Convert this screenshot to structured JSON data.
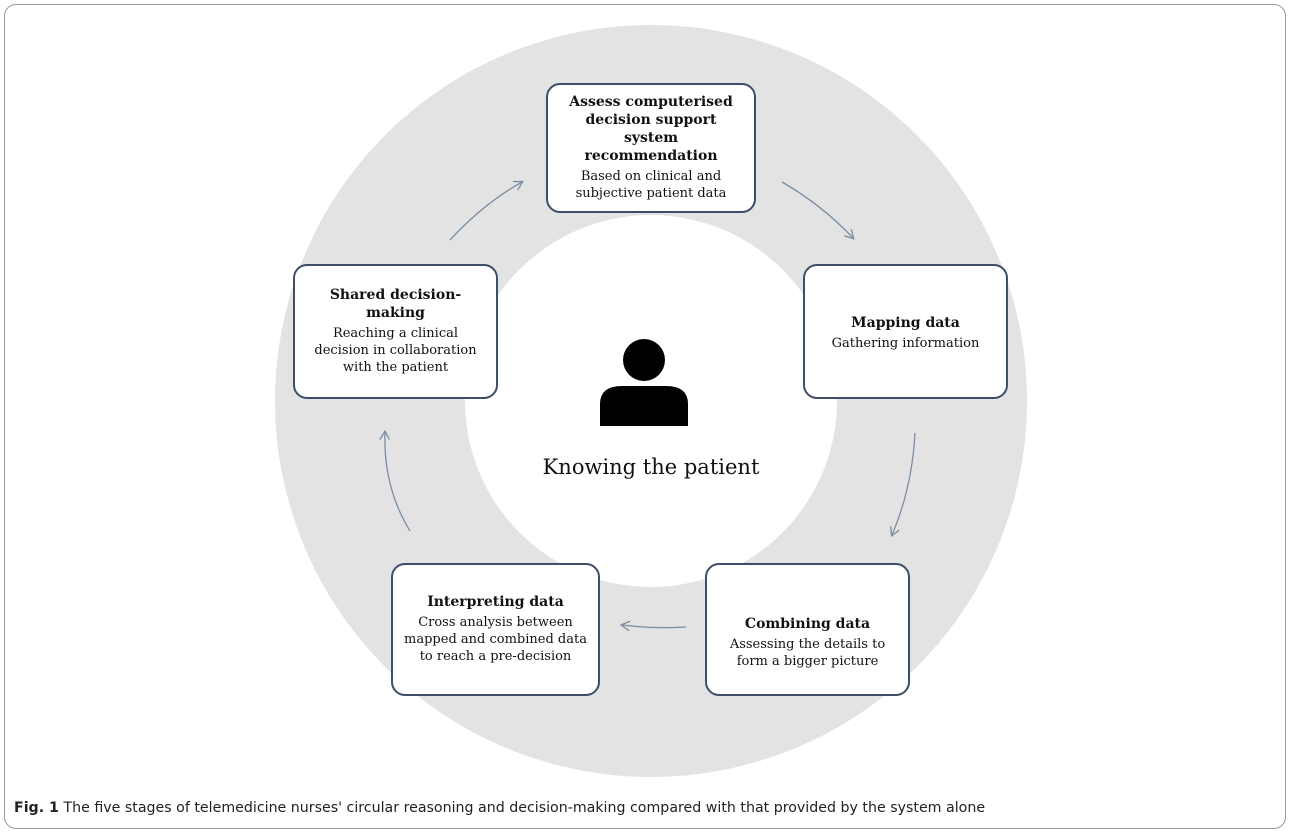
{
  "stages": [
    {
      "id": "assess",
      "title": "Assess computerised decision support system recommendation",
      "description": "Based on clinical and subjective patient data"
    },
    {
      "id": "mapping",
      "title": "Mapping data",
      "description": "Gathering information"
    },
    {
      "id": "combining",
      "title": "Combining data",
      "description": "Assessing the details to form a bigger picture"
    },
    {
      "id": "interpreting",
      "title": "Interpreting data",
      "description": "Cross analysis between mapped and combined data to reach a pre-decision"
    },
    {
      "id": "shared",
      "title": "Shared decision-making",
      "description": "Reaching a clinical decision in collaboration with the patient"
    }
  ],
  "center": {
    "label": "Knowing the patient",
    "icon": "person-icon"
  },
  "caption": {
    "label": "Fig. 1",
    "text": " The five stages of telemedicine nurses' circular reasoning and decision-making compared with that provided by the system alone"
  },
  "colors": {
    "ring": "#e3e3e3",
    "box_border": "#3d4f66",
    "arrow": "#7a8ea3"
  }
}
